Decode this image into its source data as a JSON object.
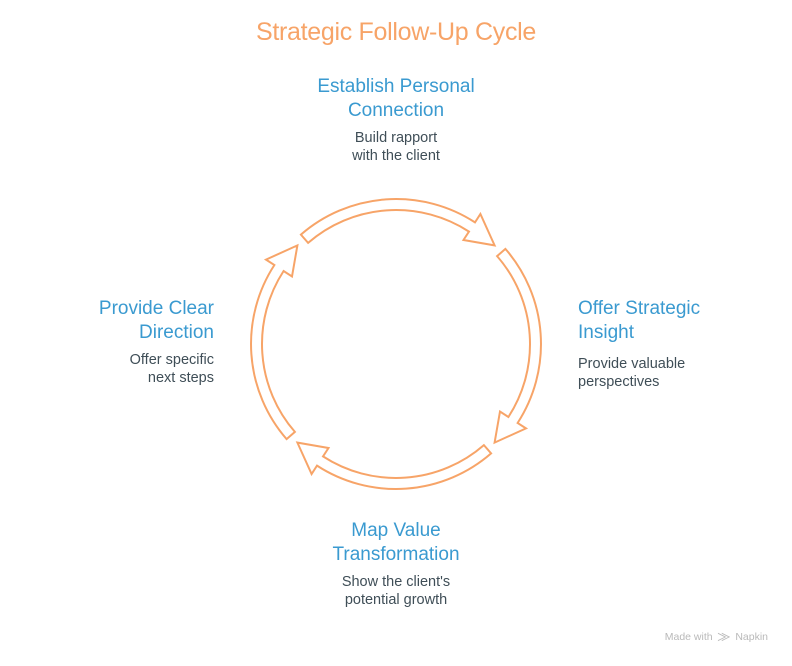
{
  "title": "Strategic Follow-Up Cycle",
  "colors": {
    "title": "#f7a468",
    "arrow_stroke": "#f7a468",
    "heading": "#3a9ad0",
    "description": "#3f4e57",
    "footer": "#b9b9b9"
  },
  "steps": [
    {
      "id": "top",
      "title": "Establish Personal Connection",
      "title_lines": [
        "Establish Personal",
        "Connection"
      ],
      "description_lines": [
        "Build rapport",
        "with the client"
      ]
    },
    {
      "id": "right",
      "title": "Offer Strategic Insight",
      "title_lines": [
        "Offer Strategic",
        "Insight"
      ],
      "description_lines": [
        "Provide valuable",
        "perspectives"
      ]
    },
    {
      "id": "bottom",
      "title": "Map Value Transformation",
      "title_lines": [
        "Map Value",
        "Transformation"
      ],
      "description_lines": [
        "Show the client's",
        "potential growth"
      ]
    },
    {
      "id": "left",
      "title": "Provide Clear Direction",
      "title_lines": [
        "Provide Clear",
        "Direction"
      ],
      "description_lines": [
        "Offer specific",
        "next steps"
      ]
    }
  ],
  "cycle": {
    "direction": "clockwise",
    "arrow_count": 4,
    "arrow_icon": "curved-arrow-outline"
  },
  "footer": {
    "made_with": "Made with",
    "brand_icon": "napkin-logo-icon",
    "brand": "Napkin"
  }
}
